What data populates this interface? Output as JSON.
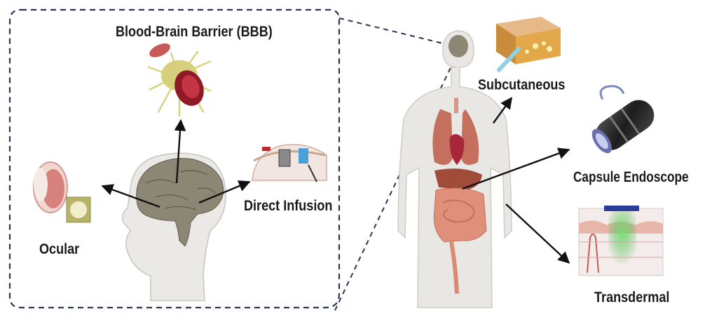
{
  "labels": {
    "bbb": "Blood-Brain Barrier (BBB)",
    "ocular": "Ocular",
    "direct_infusion": "Direct Infusion",
    "subcutaneous": "Subcutaneous",
    "capsule_endoscope": "Capsule Endoscope",
    "transdermal": "Transdermal"
  },
  "colors": {
    "dashed_border": "#2b3550",
    "arrow": "#111111",
    "brain": "#8c8675",
    "skin": "#e9e7e4",
    "organ": "#d98a70",
    "heart": "#a8263a",
    "capsule": "#2a2a2a",
    "glow": "#3fb03f"
  },
  "icons": {
    "bbb": "astrocyte-cell-icon",
    "ocular": "eye-cross-section-icon",
    "direct_infusion": "skull-implant-icon",
    "subcutaneous": "skin-layer-block-icon",
    "capsule": "capsule-endoscope-icon",
    "transdermal": "skin-patch-cross-section-icon"
  }
}
